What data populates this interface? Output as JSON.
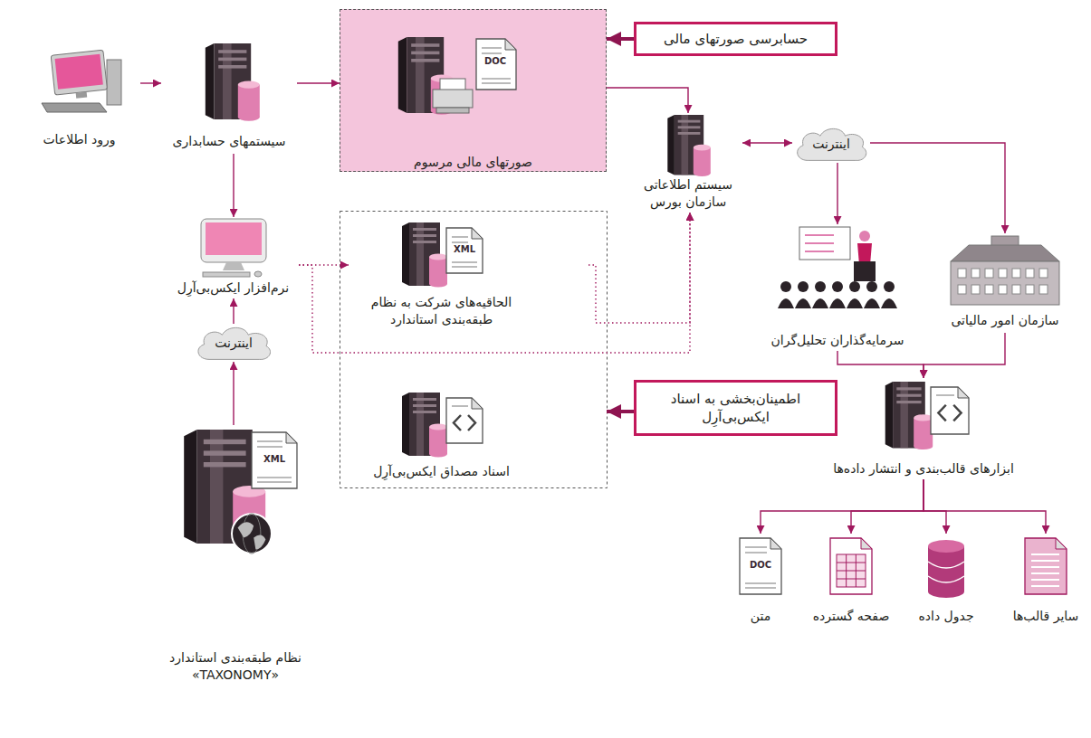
{
  "diagram": {
    "nodes": [
      {
        "text": [
          "ورود اطلاعات"
        ]
      },
      {
        "text": [
          "سیستمهای حسابداری"
        ]
      },
      {
        "text": [
          "صورتهای مالی مرسوم"
        ]
      },
      {
        "text": [
          "حسابرسی صورتهای مالی"
        ]
      },
      {
        "text": [
          "سیستم اطلاعاتی سازمان بورس"
        ]
      },
      {
        "text": [
          "اینترنت"
        ]
      },
      {
        "text": [
          "سرمایه‌گذاران تحلیل‌گران"
        ]
      },
      {
        "text": [
          "سازمان امور مالیاتی"
        ]
      },
      {
        "text": [
          "نرم‌افزار ایکس‌بی‌آرِل"
        ]
      },
      {
        "text": [
          "الحاقیه‌های شرکت به نظام طبقه‌بندی استاندارد"
        ]
      },
      {
        "text": [
          "اسناد مصداق ایکس‌بی‌آرِل"
        ]
      },
      {
        "text": [
          "اطمینان‌بخشی به اسناد ایکس‌بی‌آرِل"
        ]
      },
      {
        "text": [
          "اینترنت"
        ]
      },
      {
        "text": [
          "نظام طبقه‌بندی استاندارد «TAXONOMY»"
        ]
      },
      {
        "text": [
          "ابزارهای قالب‌بندی و انتشار داده‌ها"
        ]
      },
      {
        "text": [
          "متن"
        ]
      },
      {
        "text": [
          "صفحه گسترده"
        ]
      },
      {
        "text": [
          "جدول داده"
        ]
      },
      {
        "text": [
          "سایر قالب‌ها"
        ]
      }
    ],
    "edges": [
      {
        "from": 0,
        "to": 1,
        "arrow": "to"
      },
      {
        "from": 1,
        "to": 2,
        "arrow": "to"
      },
      {
        "from": 3,
        "to": 2,
        "arrow": "to"
      },
      {
        "from": 2,
        "to": 4,
        "arrow": "to"
      },
      {
        "from": 4,
        "to": 5,
        "arrow": "both"
      },
      {
        "from": 5,
        "to": 6,
        "arrow": "to"
      },
      {
        "from": 5,
        "to": 7,
        "arrow": "to"
      },
      {
        "from": 1,
        "to": 8,
        "arrow": "to"
      },
      {
        "from": 12,
        "to": 8,
        "arrow": "to"
      },
      {
        "from": 13,
        "to": 12,
        "arrow": "to"
      },
      {
        "from": 8,
        "to": 9,
        "arrow": "to"
      },
      {
        "from": 9,
        "to": 4,
        "arrow": "to"
      },
      {
        "from": 8,
        "to": 4,
        "arrow": "to"
      },
      {
        "from": 11,
        "to": 10,
        "arrow": "to"
      },
      {
        "from": 6,
        "to": 14,
        "arrow": "to"
      },
      {
        "from": 7,
        "to": 14,
        "arrow": "to"
      },
      {
        "from": 14,
        "to": 15,
        "arrow": "to"
      },
      {
        "from": 14,
        "to": 16,
        "arrow": "to"
      },
      {
        "from": 14,
        "to": 17,
        "arrow": "to"
      },
      {
        "from": 14,
        "to": 18,
        "arrow": "to"
      }
    ],
    "labels": [
      "DOC",
      "XML",
      "XML",
      "DOC"
    ]
  }
}
